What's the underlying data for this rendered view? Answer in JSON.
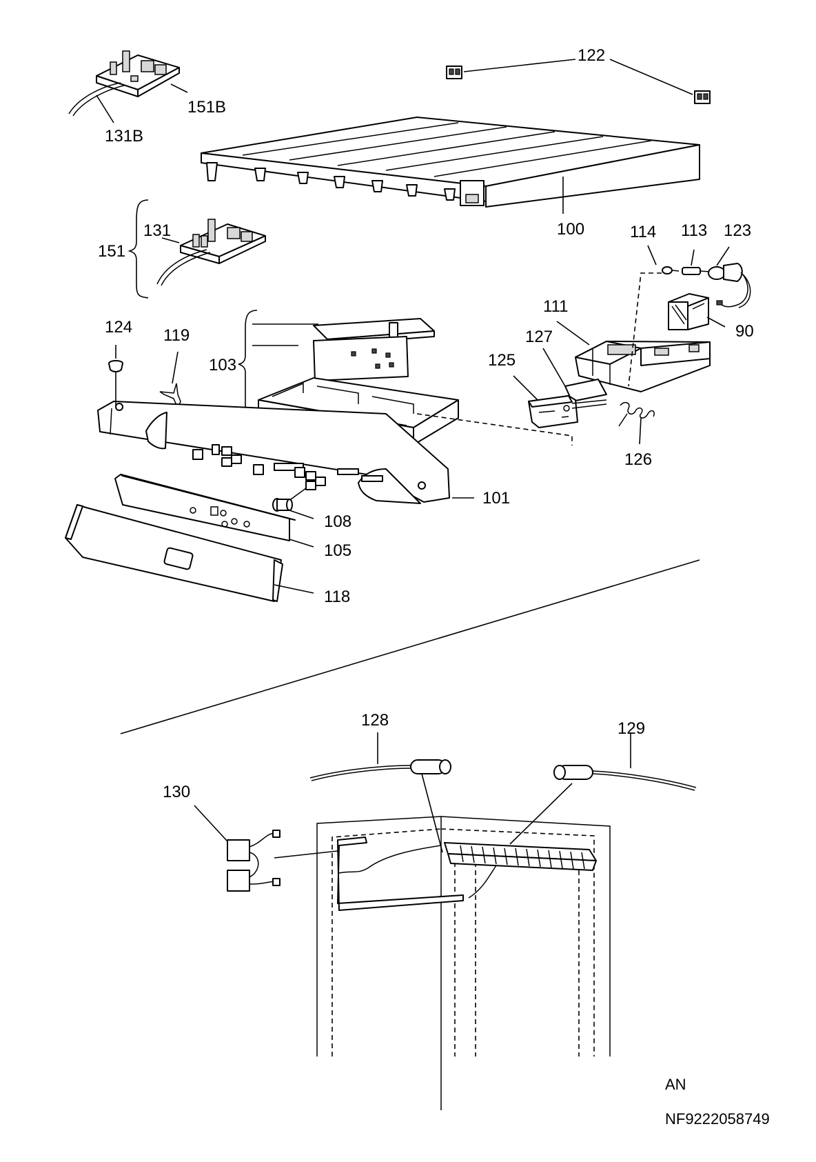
{
  "labels": {
    "p151b": "151B",
    "p131b": "131B",
    "p122": "122",
    "p100": "100",
    "p151": "151",
    "p131": "131",
    "p114": "114",
    "p113": "113",
    "p123": "123",
    "p124": "124",
    "p119": "119",
    "p103": "103",
    "p111": "111",
    "p90": "90",
    "p127": "127",
    "p125": "125",
    "p126": "126",
    "p101": "101",
    "p108": "108",
    "p105": "105",
    "p118": "118",
    "p128": "128",
    "p129": "129",
    "p130": "130"
  },
  "footer": {
    "variant": "AN",
    "code": "NF9222058749"
  }
}
